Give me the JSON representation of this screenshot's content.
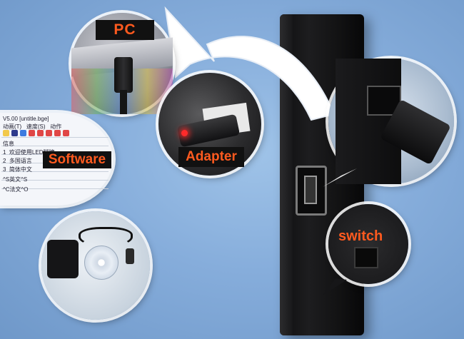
{
  "labels": {
    "pc": "PC",
    "adapter": "Adapter",
    "software": "Software",
    "switch": "switch"
  },
  "software_window": {
    "title": "V5.00 [untitle.bge]",
    "menu": [
      "动画(T)",
      "速度(S)",
      "动作"
    ],
    "table_header": "信息",
    "rows": [
      {
        "num": "1",
        "text": "欢迎使用LED脚牌"
      },
      {
        "num": "2",
        "text": "多国语言"
      },
      {
        "num": "3",
        "text": "简体中文"
      },
      {
        "num": "",
        "text": "^S英文^S"
      },
      {
        "num": "",
        "text": "^C法文^O"
      }
    ]
  },
  "colors": {
    "label_text": "#ff5a1f",
    "label_bg": "#111111",
    "background": "#86addb",
    "arrow": "#ffffff"
  }
}
